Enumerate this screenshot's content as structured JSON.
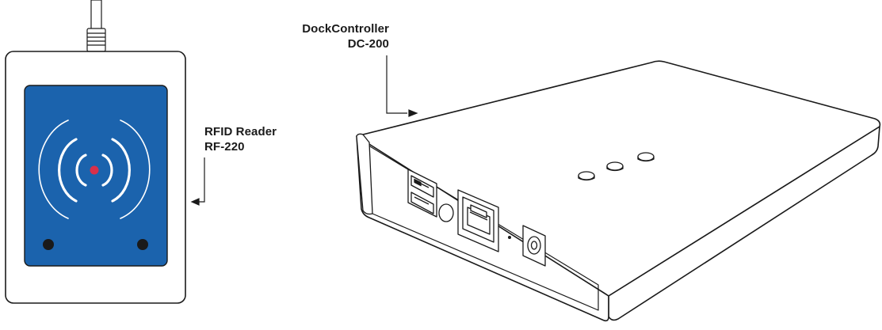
{
  "rfid_reader": {
    "name": "RFID Reader",
    "model": "RF-220",
    "colors": {
      "pad": "#1b63ad",
      "led": "#d9304a",
      "body": "#ffffff",
      "outline": "#1a1a1a"
    }
  },
  "dock_controller": {
    "name": "DockController",
    "model": "DC-200"
  }
}
